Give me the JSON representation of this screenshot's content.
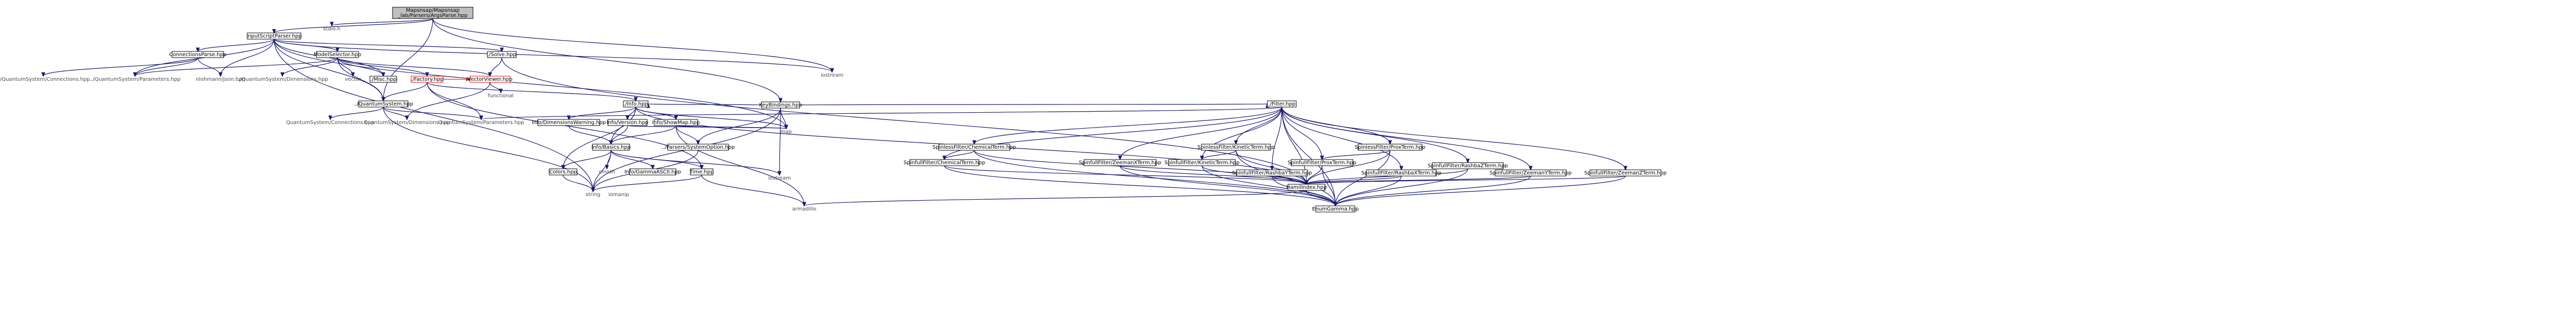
{
  "nodes": [
    {
      "id": "root",
      "style": "root",
      "lines": [
        "Mapsnsap/Mapsnsap",
        "_lab/Parsers/ArgsParse.hpp"
      ]
    },
    {
      "id": "stdioh",
      "style": "plain",
      "lines": [
        "stdio.h"
      ]
    },
    {
      "id": "isp",
      "style": "box",
      "lines": [
        "InputScriptParser.hpp"
      ]
    },
    {
      "id": "keybind",
      "style": "box",
      "lines": [
        "KeyBindings.hpp"
      ]
    },
    {
      "id": "iostream1",
      "style": "plain",
      "lines": [
        "iostream"
      ]
    },
    {
      "id": "connparse",
      "style": "box",
      "lines": [
        "ConnectionsParse.hpp"
      ]
    },
    {
      "id": "modelsel",
      "style": "box",
      "lines": [
        "ModelSelector.hpp"
      ]
    },
    {
      "id": "solve",
      "style": "box",
      "lines": [
        "./Solve.hpp"
      ]
    },
    {
      "id": "connections",
      "style": "plain",
      "lines": [
        "../QuantumSystem/Connections.hpp"
      ]
    },
    {
      "id": "params1",
      "style": "plain",
      "lines": [
        "../QuantumSystem/Parameters.hpp"
      ]
    },
    {
      "id": "nlohmann",
      "style": "plain",
      "lines": [
        "nlohmann/json.hpp"
      ]
    },
    {
      "id": "dims1",
      "style": "plain",
      "lines": [
        "../QuantumSystem/Dimensions.hpp"
      ]
    },
    {
      "id": "vector",
      "style": "plain",
      "lines": [
        "vector"
      ]
    },
    {
      "id": "misc",
      "style": "box",
      "lines": [
        "./Misc.hpp"
      ]
    },
    {
      "id": "factory",
      "style": "red",
      "lines": [
        "./Factory.hpp"
      ]
    },
    {
      "id": "vectorviewer",
      "style": "red",
      "lines": [
        "VectorViewer.hpp"
      ]
    },
    {
      "id": "functional",
      "style": "plain",
      "lines": [
        "functional"
      ]
    },
    {
      "id": "qsys",
      "style": "box",
      "lines": [
        "../QuantumSystem.hpp"
      ]
    },
    {
      "id": "info",
      "style": "box",
      "lines": [
        "./Info.hpp"
      ]
    },
    {
      "id": "filter",
      "style": "box",
      "lines": [
        "./Filter.hpp"
      ]
    },
    {
      "id": "qsconn",
      "style": "plain",
      "lines": [
        "QuantumSystem/Connections.hpp"
      ]
    },
    {
      "id": "qsdims",
      "style": "plain",
      "lines": [
        "QuantumSystem/Dimensions.hpp"
      ]
    },
    {
      "id": "qsparams",
      "style": "plain",
      "lines": [
        "QuantumSystem/Parameters.hpp"
      ]
    },
    {
      "id": "dimwarn",
      "style": "box",
      "lines": [
        "Info/DimensionsWarning.hpp"
      ]
    },
    {
      "id": "infover",
      "style": "box",
      "lines": [
        "Info/Version.hpp"
      ]
    },
    {
      "id": "showmap",
      "style": "box",
      "lines": [
        "Info/ShowMap.hpp"
      ]
    },
    {
      "id": "map",
      "style": "plain",
      "lines": [
        "map"
      ]
    },
    {
      "id": "sysopt",
      "style": "box",
      "lines": [
        "../Parsers/SystemOption.hpp"
      ]
    },
    {
      "id": "basics",
      "style": "box",
      "lines": [
        "Info/Basics.hpp"
      ]
    },
    {
      "id": "colors",
      "style": "box",
      "lines": [
        "Colors.hpp"
      ]
    },
    {
      "id": "cmath",
      "style": "plain",
      "lines": [
        "cmath"
      ]
    },
    {
      "id": "gamma",
      "style": "box",
      "lines": [
        "Info/GammaASCII.hpp"
      ]
    },
    {
      "id": "timehpp",
      "style": "box",
      "lines": [
        "Time.hpp"
      ]
    },
    {
      "id": "iostream2",
      "style": "plain",
      "lines": [
        "iostream"
      ]
    },
    {
      "id": "string",
      "style": "plain",
      "lines": [
        "string"
      ]
    },
    {
      "id": "omanip",
      "style": "plain",
      "lines": [
        "iomanip"
      ]
    },
    {
      "id": "spinchem",
      "style": "box",
      "lines": [
        "SpinlessFilter/ChemicalTerm.hpp"
      ]
    },
    {
      "id": "spinkin",
      "style": "box",
      "lines": [
        "SpinlessFilter/KineticTerm.hpp"
      ]
    },
    {
      "id": "spinprox",
      "style": "box",
      "lines": [
        "SpinlessFilter/ProxTerm.hpp"
      ]
    },
    {
      "id": "sfchem",
      "style": "box",
      "lines": [
        "SpinfullFilter/ChemicalTerm.hpp"
      ]
    },
    {
      "id": "sfzeemanx",
      "style": "box",
      "lines": [
        "SpinfullFilter/ZeemanXTerm.hpp"
      ]
    },
    {
      "id": "sfkin",
      "style": "box",
      "lines": [
        "SpinfullFilter/KineticTerm.hpp"
      ]
    },
    {
      "id": "sfprox",
      "style": "box",
      "lines": [
        "SpinfullFilter/ProxTerm.hpp"
      ]
    },
    {
      "id": "sfrashbax",
      "style": "box",
      "lines": [
        "SpinfullFilter/RashbaXTerm.hpp"
      ]
    },
    {
      "id": "sfrashbay",
      "style": "box",
      "lines": [
        "SpinfullFilter/RashbaYTerm.hpp"
      ]
    },
    {
      "id": "sfrashbaz",
      "style": "box",
      "lines": [
        "SpinfullFilter/RashbaZTerm.hpp"
      ]
    },
    {
      "id": "sfzeemany",
      "style": "box",
      "lines": [
        "SpinfullFilter/ZeemanYTerm.hpp"
      ]
    },
    {
      "id": "sfzeemanz",
      "style": "box",
      "lines": [
        "SpinfullFilter/ZeemanZTerm.hpp"
      ]
    },
    {
      "id": "hamilindex",
      "style": "box",
      "lines": [
        "HamilIndex.hpp"
      ]
    },
    {
      "id": "enumgamma",
      "style": "box",
      "lines": [
        "EnumGamma.hpp"
      ]
    },
    {
      "id": "armadillo",
      "style": "plain",
      "lines": [
        "armadillo"
      ]
    }
  ],
  "edges": [
    [
      "root",
      "stdioh"
    ],
    [
      "root",
      "isp"
    ],
    [
      "root",
      "keybind"
    ],
    [
      "root",
      "qsys"
    ],
    [
      "root",
      "iostream1"
    ],
    [
      "isp",
      "iostream1"
    ],
    [
      "isp",
      "connparse"
    ],
    [
      "isp",
      "modelsel"
    ],
    [
      "isp",
      "solve"
    ],
    [
      "isp",
      "params1"
    ],
    [
      "isp",
      "nlohmann"
    ],
    [
      "isp",
      "qsys"
    ],
    [
      "isp",
      "misc"
    ],
    [
      "isp",
      "map"
    ],
    [
      "isp",
      "string"
    ],
    [
      "connparse",
      "connections"
    ],
    [
      "connparse",
      "params1"
    ],
    [
      "connparse",
      "nlohmann"
    ],
    [
      "modelsel",
      "dims1"
    ],
    [
      "modelsel",
      "vector"
    ],
    [
      "modelsel",
      "misc"
    ],
    [
      "modelsel",
      "factory"
    ],
    [
      "modelsel",
      "qsys"
    ],
    [
      "modelsel",
      "vectorviewer"
    ],
    [
      "modelsel",
      "params1"
    ],
    [
      "solve",
      "vectorviewer"
    ],
    [
      "solve",
      "hamilindex"
    ],
    [
      "factory",
      "qsys"
    ],
    [
      "factory",
      "qsparams"
    ],
    [
      "factory",
      "info"
    ],
    [
      "factory",
      "timehpp"
    ],
    [
      "vectorviewer",
      "functional"
    ],
    [
      "vectorviewer",
      "qsdims"
    ],
    [
      "keybind",
      "filter"
    ],
    [
      "keybind",
      "info"
    ],
    [
      "keybind",
      "map"
    ],
    [
      "keybind",
      "iostream2"
    ],
    [
      "keybind",
      "string"
    ],
    [
      "keybind",
      "sysopt"
    ],
    [
      "qsys",
      "qsconn"
    ],
    [
      "qsys",
      "qsdims"
    ],
    [
      "qsys",
      "qsparams"
    ],
    [
      "qsys",
      "string"
    ],
    [
      "info",
      "dimwarn"
    ],
    [
      "info",
      "infover"
    ],
    [
      "info",
      "showmap"
    ],
    [
      "info",
      "basics"
    ],
    [
      "info",
      "map"
    ],
    [
      "info",
      "colors"
    ],
    [
      "info",
      "hamilindex"
    ],
    [
      "dimwarn",
      "basics"
    ],
    [
      "infover",
      "basics"
    ],
    [
      "infover",
      "map"
    ],
    [
      "showmap",
      "basics"
    ],
    [
      "showmap",
      "sysopt"
    ],
    [
      "showmap",
      "map"
    ],
    [
      "showmap",
      "armadillo"
    ],
    [
      "sysopt",
      "string"
    ],
    [
      "basics",
      "colors"
    ],
    [
      "basics",
      "cmath"
    ],
    [
      "basics",
      "gamma"
    ],
    [
      "basics",
      "timehpp"
    ],
    [
      "basics",
      "iostream2"
    ],
    [
      "basics",
      "string"
    ],
    [
      "colors",
      "string"
    ],
    [
      "timehpp",
      "string"
    ],
    [
      "timehpp",
      "armadillo"
    ],
    [
      "filter",
      "qsparams"
    ],
    [
      "filter",
      "spinchem"
    ],
    [
      "filter",
      "spinkin"
    ],
    [
      "filter",
      "spinprox"
    ],
    [
      "filter",
      "sfchem"
    ],
    [
      "filter",
      "sfzeemanx"
    ],
    [
      "filter",
      "sfkin"
    ],
    [
      "filter",
      "sfprox"
    ],
    [
      "filter",
      "sfrashbax"
    ],
    [
      "filter",
      "sfrashbay"
    ],
    [
      "filter",
      "sfrashbaz"
    ],
    [
      "filter",
      "sfzeemany"
    ],
    [
      "filter",
      "sfzeemanz"
    ],
    [
      "filter",
      "hamilindex"
    ],
    [
      "filter",
      "enumgamma"
    ],
    [
      "spinchem",
      "sfchem"
    ],
    [
      "spinchem",
      "hamilindex"
    ],
    [
      "spinchem",
      "enumgamma"
    ],
    [
      "spinkin",
      "sfkin"
    ],
    [
      "spinkin",
      "hamilindex"
    ],
    [
      "spinkin",
      "enumgamma"
    ],
    [
      "spinprox",
      "sfprox"
    ],
    [
      "spinprox",
      "hamilindex"
    ],
    [
      "spinprox",
      "enumgamma"
    ],
    [
      "sfchem",
      "hamilindex"
    ],
    [
      "sfchem",
      "enumgamma"
    ],
    [
      "sfzeemanx",
      "hamilindex"
    ],
    [
      "sfzeemanx",
      "enumgamma"
    ],
    [
      "sfkin",
      "hamilindex"
    ],
    [
      "sfkin",
      "enumgamma"
    ],
    [
      "sfprox",
      "hamilindex"
    ],
    [
      "sfprox",
      "enumgamma"
    ],
    [
      "sfrashbax",
      "hamilindex"
    ],
    [
      "sfrashbax",
      "enumgamma"
    ],
    [
      "sfrashbay",
      "hamilindex"
    ],
    [
      "sfrashbay",
      "enumgamma"
    ],
    [
      "sfrashbaz",
      "hamilindex"
    ],
    [
      "sfrashbaz",
      "enumgamma"
    ],
    [
      "sfzeemany",
      "hamilindex"
    ],
    [
      "sfzeemany",
      "enumgamma"
    ],
    [
      "sfzeemanz",
      "hamilindex"
    ],
    [
      "sfzeemanz",
      "enumgamma"
    ],
    [
      "hamilindex",
      "enumgamma"
    ],
    [
      "hamilindex",
      "armadillo"
    ]
  ],
  "red_edges": [
    [
      "factory",
      "vectorviewer"
    ]
  ],
  "colors": {
    "edge": "#191970",
    "root_fill": "#bfbfbf",
    "cycle": "#e02020"
  }
}
